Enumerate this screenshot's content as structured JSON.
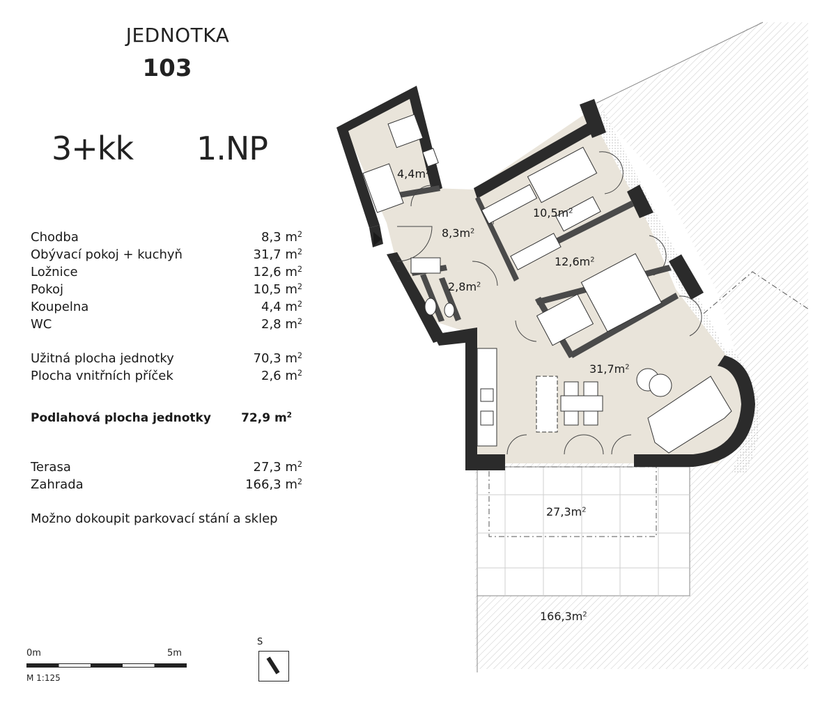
{
  "header": {
    "title": "JEDNOTKA",
    "unit_number": "103"
  },
  "layout_type": "3+kk",
  "floor": "1.NP",
  "rooms": [
    {
      "name": "Chodba",
      "area": "8,3 m"
    },
    {
      "name": "Obývací pokoj + kuchyň",
      "area": "31,7 m"
    },
    {
      "name": "Ložnice",
      "area": "12,6 m"
    },
    {
      "name": "Pokoj",
      "area": "10,5 m"
    },
    {
      "name": "Koupelna",
      "area": "4,4 m"
    },
    {
      "name": "WC",
      "area": "2,8 m"
    }
  ],
  "usable": {
    "label": "Užitná plocha jednotky",
    "area": "70,3 m"
  },
  "partitions": {
    "label": "Plocha vnitřních příček",
    "area": "2,6 m"
  },
  "floor_area": {
    "label": "Podlahová plocha jednotky",
    "area": "72,9 m"
  },
  "terrace": {
    "label": "Terasa",
    "area": "27,3 m"
  },
  "garden": {
    "label": "Zahrada",
    "area": "166,3 m"
  },
  "note": "Možno dokoupit parkovací stání a sklep",
  "squared": "2",
  "scale": {
    "start": "0m",
    "end": "5m",
    "ratio": "M 1:125"
  },
  "compass": {
    "label": "S"
  },
  "plan_labels": {
    "bathroom": "4,4m",
    "hall": "8,3m",
    "room": "10,5m",
    "bedroom": "12,6m",
    "wc": "2,8m",
    "living": "31,7m",
    "terrace": "27,3m",
    "garden": "166,3m"
  },
  "colors": {
    "wall": "#2b2b2b",
    "floor": "#e9e4da",
    "ink": "#1a1a1a"
  }
}
